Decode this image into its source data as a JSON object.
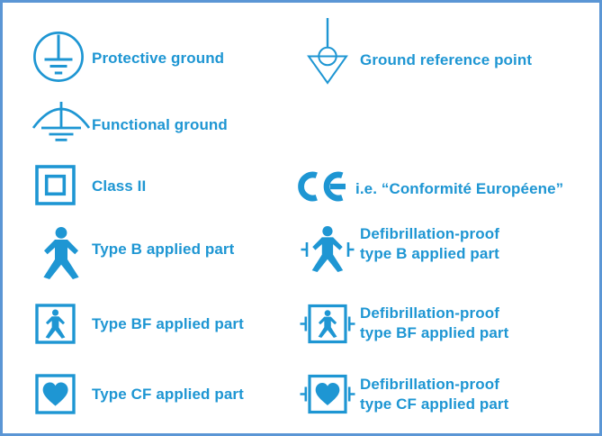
{
  "colors": {
    "symbol_blue": "#1E96D3",
    "text_blue": "#1E96D3",
    "border_blue": "#5B96D5",
    "background": "#FFFFFF"
  },
  "legend": {
    "left_column": [
      {
        "icon": "protective-ground-icon",
        "label": "Protective ground"
      },
      {
        "icon": "functional-ground-icon",
        "label": "Functional ground"
      },
      {
        "icon": "class-ii-icon",
        "label": "Class II"
      },
      {
        "icon": "type-b-body-icon",
        "label": "Type B applied part"
      },
      {
        "icon": "type-bf-boxed-body-icon",
        "label": "Type BF applied part"
      },
      {
        "icon": "type-cf-boxed-heart-icon",
        "label": "Type CF applied part"
      }
    ],
    "right_column": [
      {
        "icon": "ground-reference-point-icon",
        "label": "Ground reference point"
      },
      {
        "icon": "ce-mark-icon",
        "label": "i.e. “Conformité Européene”"
      },
      {
        "icon": "defib-proof-type-b-icon",
        "label": "Defibrillation-proof\ntype B applied part"
      },
      {
        "icon": "defib-proof-type-bf-icon",
        "label": "Defibrillation-proof\ntype BF applied part"
      },
      {
        "icon": "defib-proof-type-cf-icon",
        "label": "Defibrillation-proof\ntype CF applied part"
      }
    ]
  }
}
